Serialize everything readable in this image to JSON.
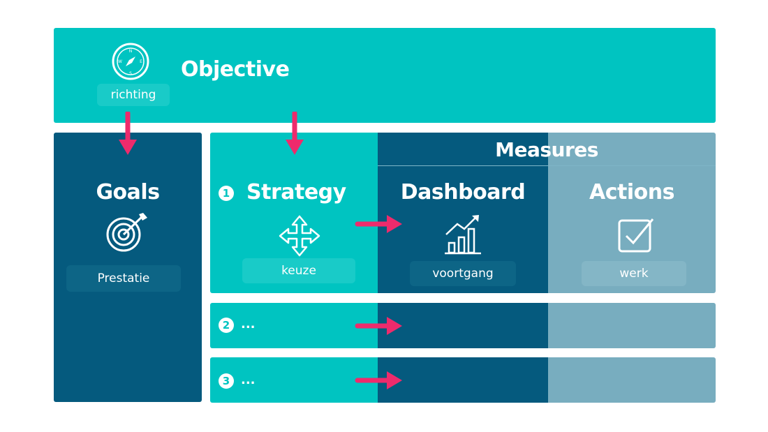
{
  "objective": {
    "title": "Objective",
    "icon_label": "richting",
    "icon": "compass-icon"
  },
  "goals": {
    "title": "Goals",
    "icon": "target-icon",
    "label": "Prestatie"
  },
  "measures": {
    "header": "Measures"
  },
  "strategy": {
    "number": "1",
    "title": "Strategy",
    "icon": "move-arrows-icon",
    "label": "keuze"
  },
  "dashboard": {
    "title": "Dashboard",
    "icon": "growth-chart-icon",
    "label": "voortgang"
  },
  "actions": {
    "title": "Actions",
    "icon": "checkbox-icon",
    "label": "werk"
  },
  "rows": [
    {
      "number": "2",
      "text": "..."
    },
    {
      "number": "3",
      "text": "..."
    }
  ],
  "colors": {
    "teal": "#00c4c1",
    "navy": "#055a7e",
    "grey": "#78adbf",
    "arrow": "#ee2b6c"
  }
}
